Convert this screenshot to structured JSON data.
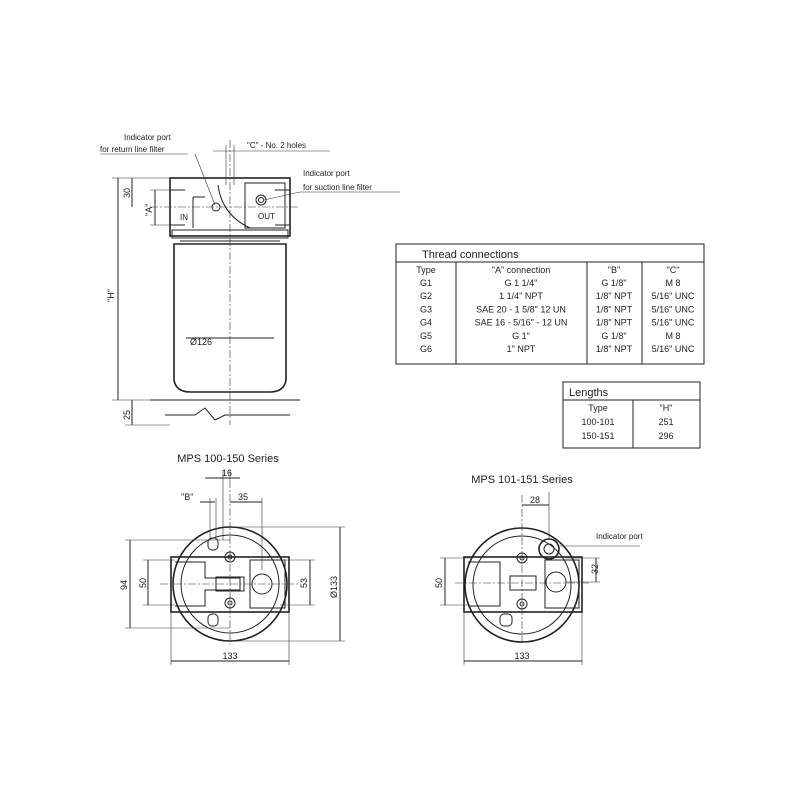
{
  "side_view": {
    "callout_return": [
      "Indicator port",
      "for return line filter"
    ],
    "callout_c": "\"C\" - No. 2 holes",
    "callout_suction": [
      "Indicator port",
      "for suction line filter"
    ],
    "port_in": "IN",
    "port_out": "OUT",
    "dim_30": "30",
    "dim_a": "\"A\"",
    "dim_h": "\"H\"",
    "dim_diameter": "Ø126",
    "dim_25": "25"
  },
  "thread_table": {
    "title": "Thread connections",
    "headers": [
      "Type",
      "\"A\" connection",
      "\"B\"",
      "\"C\""
    ],
    "rows": [
      [
        "G1",
        "G 1 1/4\"",
        "G 1/8\"",
        "M 8"
      ],
      [
        "G2",
        "1 1/4\" NPT",
        "1/8\" NPT",
        "5/16\" UNC"
      ],
      [
        "G3",
        "SAE 20 - 1 5/8\" 12 UN",
        "1/8\" NPT",
        "5/16\" UNC"
      ],
      [
        "G4",
        "SAE 16 - 5/16\" - 12 UN",
        "1/8\" NPT",
        "5/16\" UNC"
      ],
      [
        "G5",
        "G 1\"",
        "G 1/8\"",
        "M 8"
      ],
      [
        "G6",
        "1\" NPT",
        "1/8\" NPT",
        "5/16\" UNC"
      ]
    ]
  },
  "lengths_table": {
    "title": "Lengths",
    "headers": [
      "Type",
      "\"H\""
    ],
    "rows": [
      [
        "100-101",
        "251"
      ],
      [
        "150-151",
        "296"
      ]
    ]
  },
  "view_100_150": {
    "title": "MPS 100-150 Series",
    "dim_16": "16",
    "dim_b": "\"B\"",
    "dim_35": "35",
    "dim_94": "94",
    "dim_50": "50",
    "dim_53": "53",
    "dim_diameter": "Ø133",
    "dim_133": "133"
  },
  "view_101_151": {
    "title": "MPS 101-151 Series",
    "dim_28": "28",
    "indicator_port": "Indicator port",
    "dim_32": "32",
    "dim_50": "50",
    "dim_133": "133"
  }
}
